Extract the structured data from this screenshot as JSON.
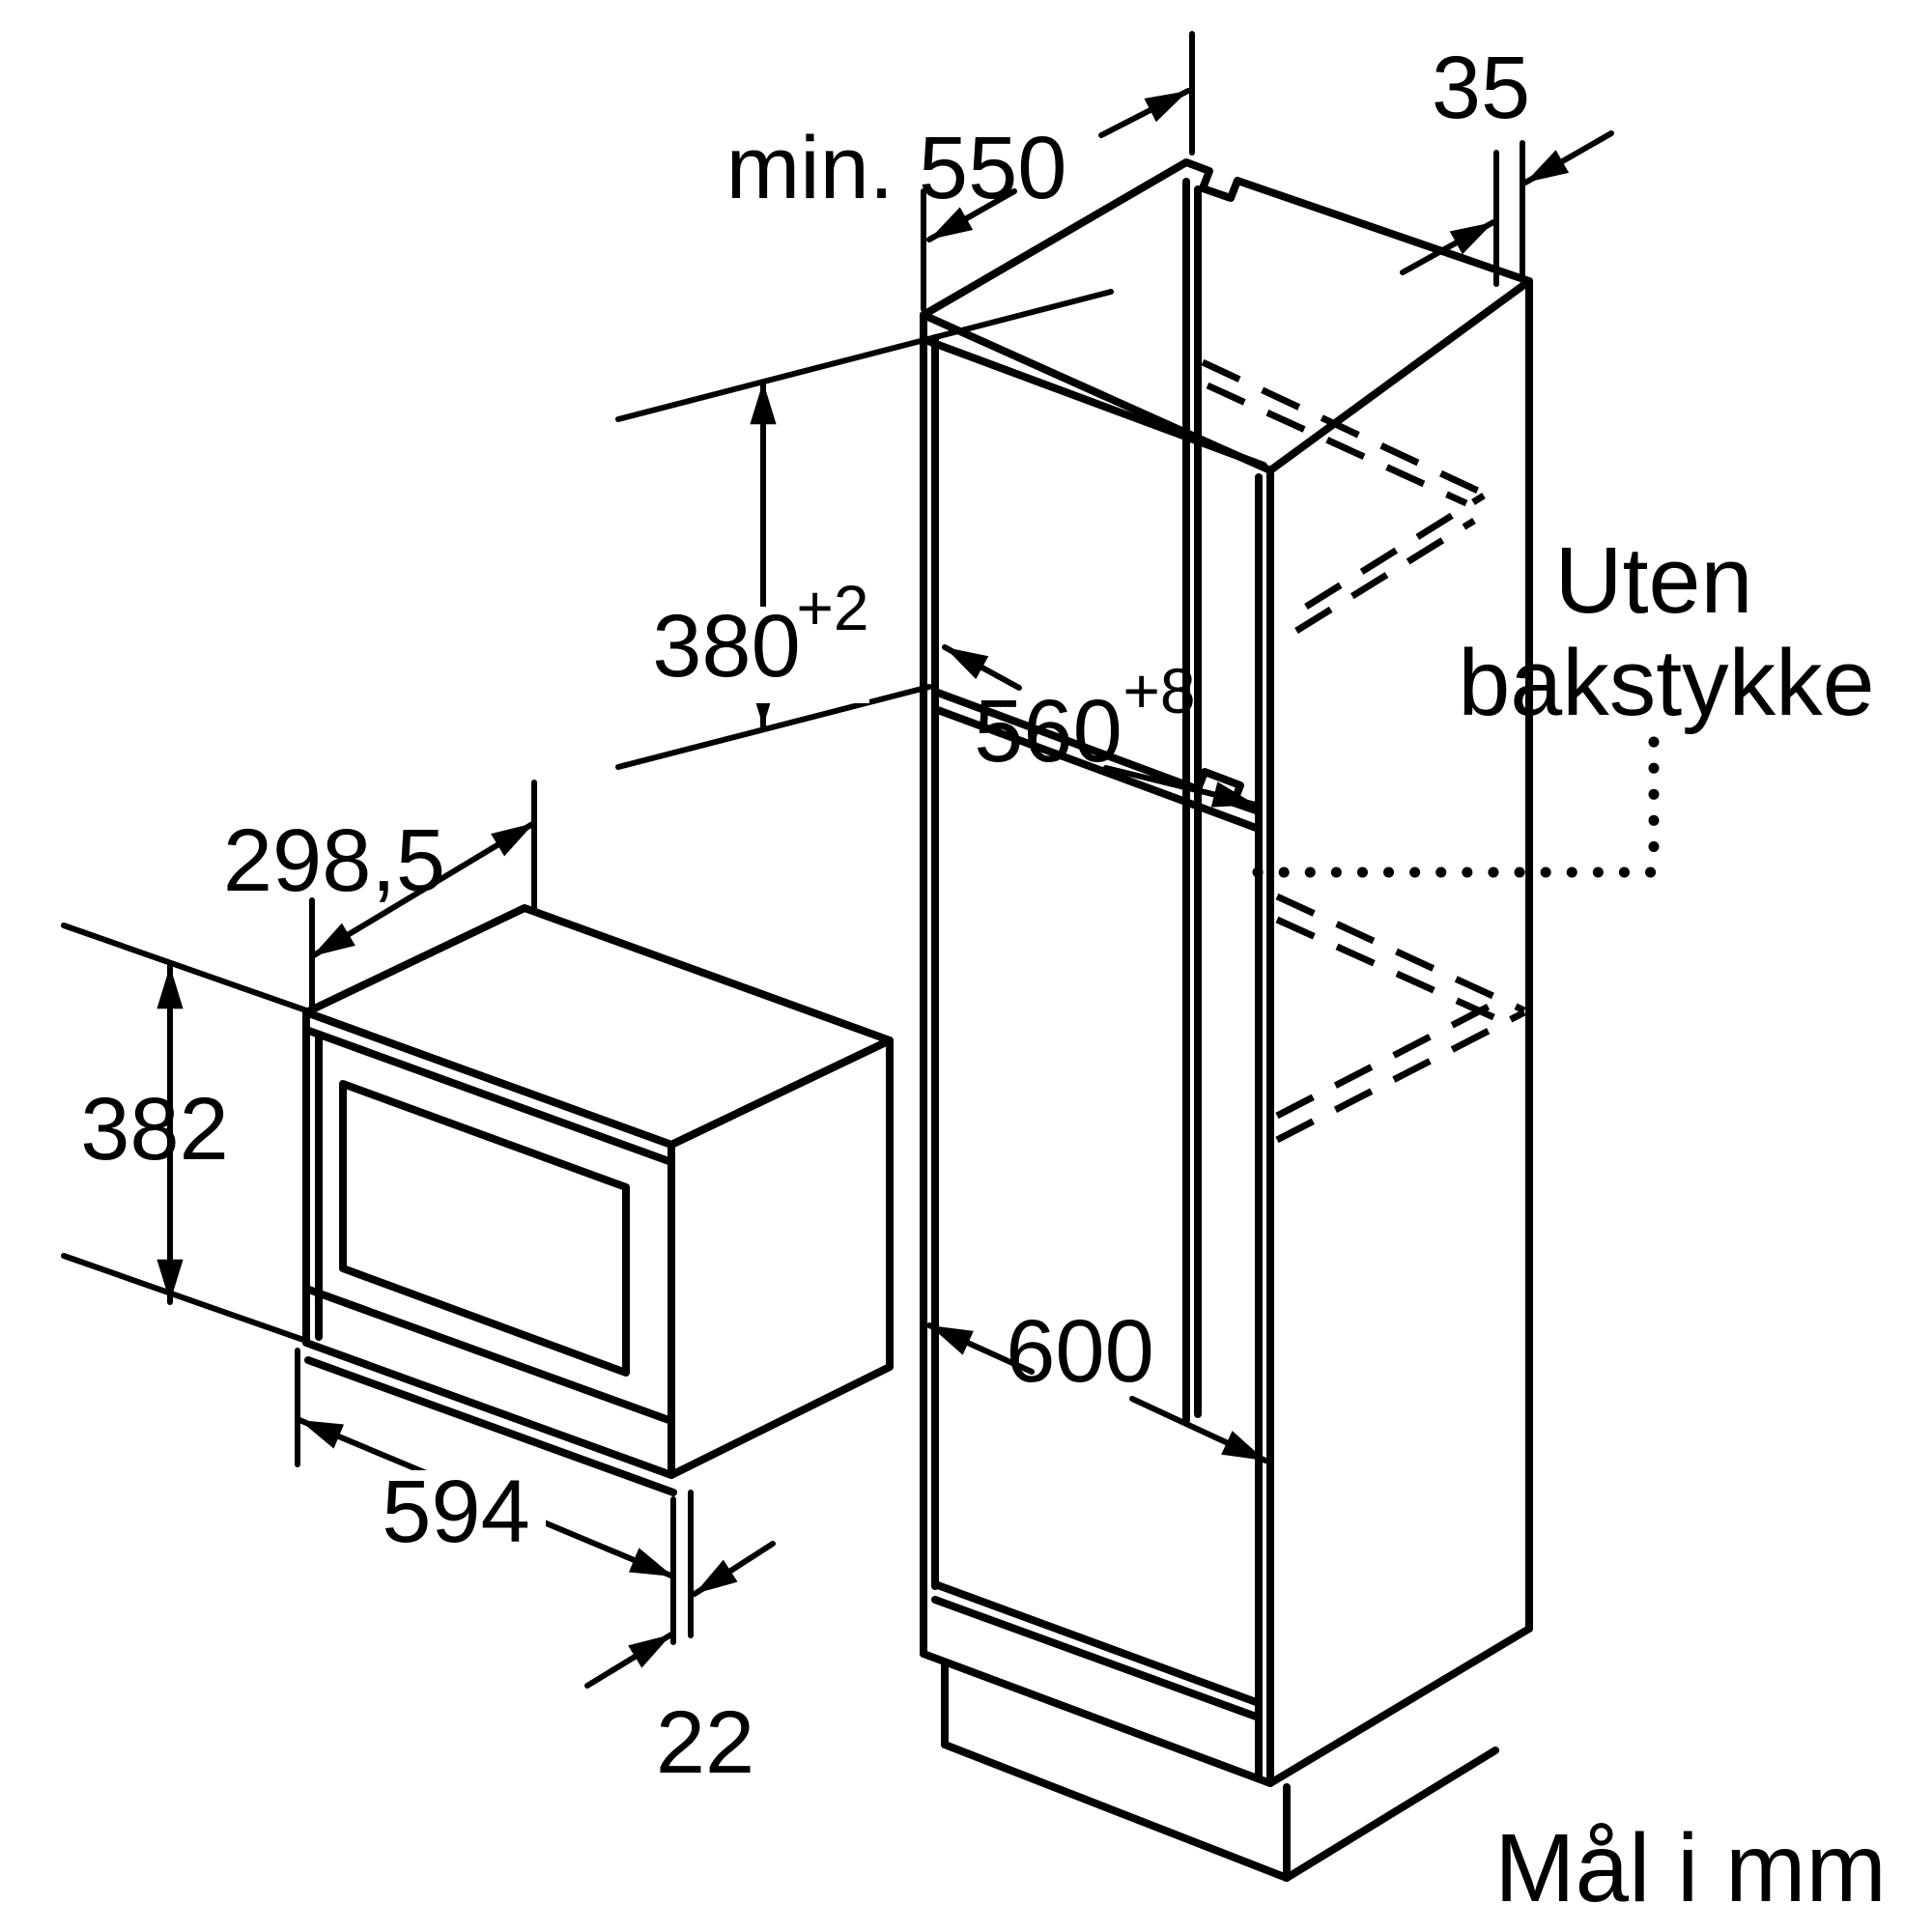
{
  "figure": {
    "footer_units": "Mål i mm",
    "note_no_back_panel": {
      "line1": "Uten",
      "line2": "bakstykke"
    },
    "dims": {
      "cabinet_top_depth": "min. 550",
      "rear_strip_width": "35",
      "niche_height": {
        "value": "380",
        "tolerance": "+2"
      },
      "niche_width": {
        "value": "560",
        "tolerance": "+8"
      },
      "microwave_top_depth": "298,5",
      "microwave_height": "382",
      "microwave_width": "594",
      "door_edge_thickness": "22",
      "lower_niche_height": "600"
    }
  }
}
